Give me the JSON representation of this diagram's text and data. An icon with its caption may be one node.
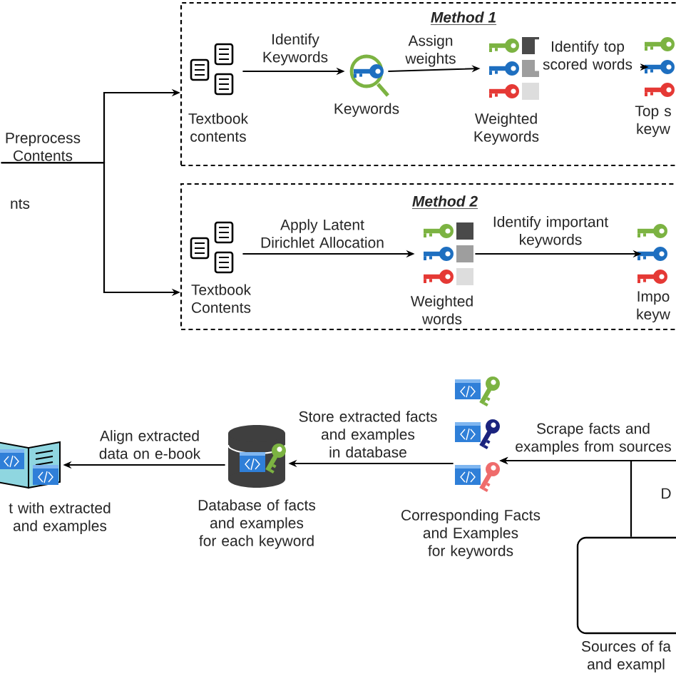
{
  "diagram": {
    "nodes": [
      {
        "text": [
          "Method 1"
        ]
      },
      {
        "text": [
          "Textbook contents"
        ],
        "in": 0
      },
      {
        "text": [
          "Keywords"
        ],
        "in": 0
      },
      {
        "text": [
          "Weighted Keywords"
        ],
        "in": 0
      },
      {
        "text": [
          "Top s keyw"
        ],
        "in": 0
      },
      {
        "text": [
          "Method 2"
        ]
      },
      {
        "text": [
          "Textbook Contents"
        ],
        "in": 5
      },
      {
        "text": [
          "Weighted words"
        ],
        "in": 5
      },
      {
        "text": [
          "Impo keyw"
        ],
        "in": 5
      },
      {
        "text": [
          "Database of facts and examples for each keyword"
        ]
      },
      {
        "text": [
          "t with extracted and examples"
        ]
      },
      {
        "text": [
          "Corresponding Facts and Examples for keywords"
        ]
      },
      {
        "text": [
          "Sources of fa and exampl"
        ]
      },
      {
        "text": [
          "Preprocess Contents"
        ]
      }
    ],
    "edges": [
      {
        "from": 13,
        "to": 0,
        "arrow": "to"
      },
      {
        "from": 13,
        "to": 5,
        "arrow": "to"
      },
      {
        "from": 1,
        "to": 2,
        "arrow": "to",
        "label": "Identify Keywords"
      },
      {
        "from": 2,
        "to": 3,
        "arrow": "to",
        "label": "Assign weights"
      },
      {
        "from": 3,
        "to": 4,
        "arrow": "to",
        "label": "Identify top scored words"
      },
      {
        "from": 6,
        "to": 7,
        "arrow": "to",
        "label": "Apply Latent Dirichlet Allocation"
      },
      {
        "from": 7,
        "to": 8,
        "arrow": "to",
        "label": "Identify important keywords"
      },
      {
        "from": null,
        "to": 11,
        "arrow": "to",
        "label": "Scrape facts and examples from sources"
      },
      {
        "from": 12,
        "to": 11,
        "arrow": "to"
      },
      {
        "from": 11,
        "to": 9,
        "arrow": "to",
        "label": "Store extracted facts and examples in database"
      },
      {
        "from": 9,
        "to": 10,
        "arrow": "to",
        "label": "Align extracted data on e-book"
      }
    ],
    "labels": [
      "nts",
      "D"
    ]
  }
}
